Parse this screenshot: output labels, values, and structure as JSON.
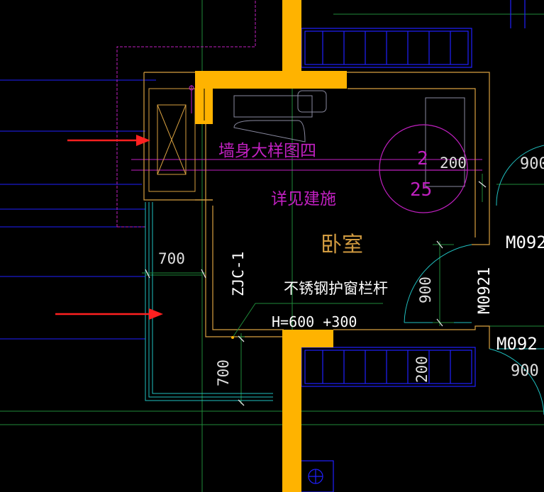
{
  "labels": {
    "wall_detail": "墙身大样图四",
    "see_arch": "详见建施",
    "room_name": "卧室",
    "railing": "不锈钢护窗栏杆",
    "railing_height": "H=600 +300",
    "window_code": "ZJC-1",
    "door_code_1": "M0921",
    "door_code_2": "M092",
    "door_code_3": "M092",
    "section_num": "2",
    "section_sheet": "25"
  },
  "dimensions": {
    "d700_left": "700",
    "d700_bottom": "700",
    "d900_vertical": "900",
    "d200_right": "200",
    "d200_bottom": "200",
    "d900_top_right": "900",
    "d900_bottom_right": "900"
  },
  "colors": {
    "background": "#000000",
    "wall_fill": "#ffb300",
    "axis_blue": "#2020ff",
    "axis_green": "#1f8a3a",
    "magenta": "#c020c0",
    "cyan": "#20c0c0",
    "dim_white": "#e0e0e0",
    "arrow_red": "#ff2020",
    "room_text": "#d09a40",
    "frame_orange": "#d8a040"
  }
}
